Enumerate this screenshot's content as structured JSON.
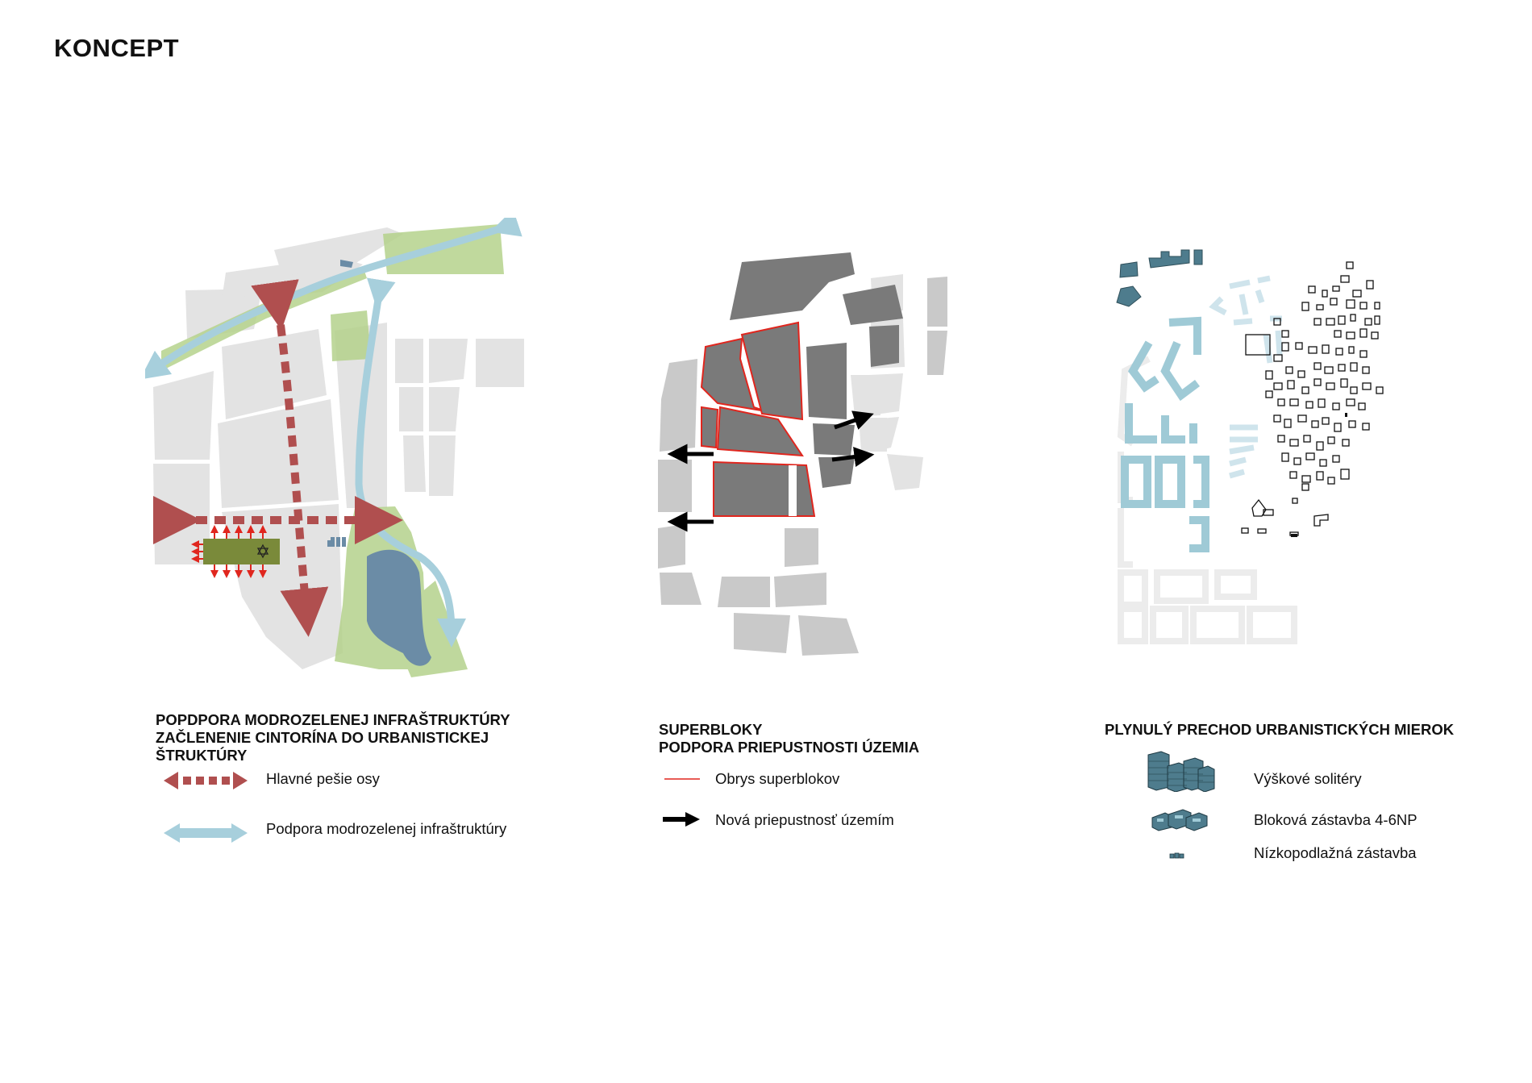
{
  "page": {
    "title": "KONCEPT"
  },
  "colors": {
    "block_light": "#e3e3e3",
    "block_mid": "#c9c9c9",
    "block_dark": "#7a7a7a",
    "green": "#b5d28c",
    "water_blue": "#a7cfdc",
    "lake": "#6b8ca6",
    "axis_red": "#b04f4f",
    "red": "#e0261e",
    "olive": "#7a8a3a",
    "tower": "#4e7c8d",
    "block_building": "#9fcad6"
  },
  "panel1": {
    "heading_lines": [
      "POPDPORA MODROZELENEJ INFRAŠTRUKTÚRY",
      "ZAČLENENIE CINTORÍNA DO URBANISTICKEJ",
      "ŠTRUKTÚRY"
    ],
    "legend": [
      {
        "icon": "red-dashed-double-arrow-icon",
        "label": "Hlavné pešie osy"
      },
      {
        "icon": "blue-double-arrow-icon",
        "label": "Podpora modrozelenej infraštruktúry"
      }
    ]
  },
  "panel2": {
    "heading_lines": [
      "SUPERBLOKY",
      "PODPORA PRIEPUSTNOSTI ÚZEMIA"
    ],
    "legend": [
      {
        "icon": "red-line-icon",
        "label": "Obrys superblokov"
      },
      {
        "icon": "black-arrow-icon",
        "label": "Nová priepustnosť územím"
      }
    ]
  },
  "panel3": {
    "heading_lines": [
      "PLYNULÝ PRECHOD URBANISTICKÝCH MIEROK"
    ],
    "legend": [
      {
        "icon": "high-rise-towers-icon",
        "label": "Výškové solitéry"
      },
      {
        "icon": "block-buildings-icon",
        "label": "Bloková zástavba 4-6NP"
      },
      {
        "icon": "low-rise-houses-icon",
        "label": "Nízkopodlažná zástavba"
      }
    ]
  }
}
